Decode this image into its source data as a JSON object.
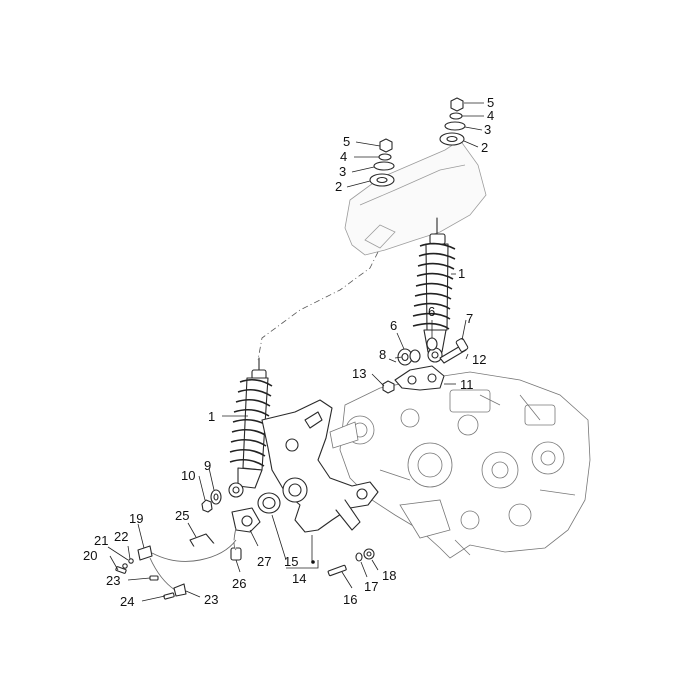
{
  "diagram": {
    "background": "#ffffff",
    "line_color": "#222222",
    "callouts": [
      {
        "id": "c5a",
        "text": "5"
      },
      {
        "id": "c4a",
        "text": "4"
      },
      {
        "id": "c3a",
        "text": "3"
      },
      {
        "id": "c2a",
        "text": "2"
      },
      {
        "id": "c5b",
        "text": "5"
      },
      {
        "id": "c4b",
        "text": "4"
      },
      {
        "id": "c3b",
        "text": "3"
      },
      {
        "id": "c2b",
        "text": "2"
      },
      {
        "id": "c1a",
        "text": "1"
      },
      {
        "id": "c6a",
        "text": "6"
      },
      {
        "id": "c6b",
        "text": "6"
      },
      {
        "id": "c7",
        "text": "7"
      },
      {
        "id": "c8",
        "text": "8"
      },
      {
        "id": "c12",
        "text": "12"
      },
      {
        "id": "c13",
        "text": "13"
      },
      {
        "id": "c11",
        "text": "11"
      },
      {
        "id": "c1b",
        "text": "1"
      },
      {
        "id": "c10",
        "text": "10"
      },
      {
        "id": "c9",
        "text": "9"
      },
      {
        "id": "c19",
        "text": "19"
      },
      {
        "id": "c25",
        "text": "25"
      },
      {
        "id": "c21",
        "text": "21"
      },
      {
        "id": "c22",
        "text": "22"
      },
      {
        "id": "c20",
        "text": "20"
      },
      {
        "id": "c23a",
        "text": "23"
      },
      {
        "id": "c24",
        "text": "24"
      },
      {
        "id": "c23b",
        "text": "23"
      },
      {
        "id": "c26",
        "text": "26"
      },
      {
        "id": "c27",
        "text": "27"
      },
      {
        "id": "c15",
        "text": "15"
      },
      {
        "id": "c14",
        "text": "14"
      },
      {
        "id": "c16",
        "text": "16"
      },
      {
        "id": "c17",
        "text": "17"
      },
      {
        "id": "c18",
        "text": "18"
      }
    ]
  }
}
